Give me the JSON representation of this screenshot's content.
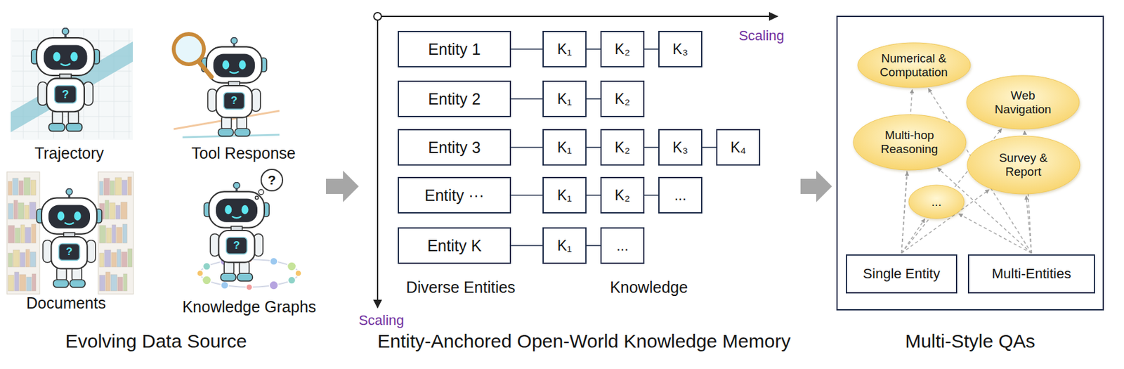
{
  "diagram": {
    "nodes": [
      {
        "text": [
          "Entity 1"
        ]
      },
      {
        "text": [
          "K₁"
        ]
      },
      {
        "text": [
          "K₂"
        ]
      },
      {
        "text": [
          "K₃"
        ]
      },
      {
        "text": [
          "Entity 2"
        ]
      },
      {
        "text": [
          "K₁"
        ]
      },
      {
        "text": [
          "K₂"
        ]
      },
      {
        "text": [
          "Entity 3"
        ]
      },
      {
        "text": [
          "K₁"
        ]
      },
      {
        "text": [
          "K₂"
        ]
      },
      {
        "text": [
          "K₃"
        ]
      },
      {
        "text": [
          "K₄"
        ]
      },
      {
        "text": [
          "Entity ···"
        ]
      },
      {
        "text": [
          "K₁"
        ]
      },
      {
        "text": [
          "K₂"
        ]
      },
      {
        "text": [
          "..."
        ]
      },
      {
        "text": [
          "Entity K"
        ]
      },
      {
        "text": [
          "K₁"
        ]
      },
      {
        "text": [
          "..."
        ]
      },
      {
        "text": [
          "Multi-Style QAs"
        ]
      },
      {
        "text": [
          "Numerical & Computation"
        ],
        "in": 19
      },
      {
        "text": [
          "Web Navigation"
        ],
        "in": 19
      },
      {
        "text": [
          "Multi-hop Reasoning"
        ],
        "in": 19
      },
      {
        "text": [
          "Survey & Report"
        ],
        "in": 19
      },
      {
        "text": [
          "..."
        ],
        "in": 19
      },
      {
        "text": [
          "Single Entity"
        ],
        "in": 19
      },
      {
        "text": [
          "Multi-Entities"
        ],
        "in": 19
      }
    ],
    "edges": [
      {
        "from": 0,
        "to": 1,
        "arrow": "none"
      },
      {
        "from": 1,
        "to": 2,
        "arrow": "none"
      },
      {
        "from": 2,
        "to": 3,
        "arrow": "none"
      },
      {
        "from": 4,
        "to": 5,
        "arrow": "none"
      },
      {
        "from": 5,
        "to": 6,
        "arrow": "none"
      },
      {
        "from": 7,
        "to": 8,
        "arrow": "none"
      },
      {
        "from": 8,
        "to": 9,
        "arrow": "none"
      },
      {
        "from": 9,
        "to": 10,
        "arrow": "none"
      },
      {
        "from": 10,
        "to": 11,
        "arrow": "none"
      },
      {
        "from": 12,
        "to": 13,
        "arrow": "none"
      },
      {
        "from": 13,
        "to": 14,
        "arrow": "none"
      },
      {
        "from": 14,
        "to": 15,
        "arrow": "none"
      },
      {
        "from": 16,
        "to": 17,
        "arrow": "none"
      },
      {
        "from": 17,
        "to": 18,
        "arrow": "none"
      },
      {
        "from": 25,
        "to": 20,
        "arrow": "to"
      },
      {
        "from": 25,
        "to": 21,
        "arrow": "to"
      },
      {
        "from": 25,
        "to": 22,
        "arrow": "to"
      },
      {
        "from": 25,
        "to": 23,
        "arrow": "to"
      },
      {
        "from": 25,
        "to": 24,
        "arrow": "to"
      },
      {
        "from": 26,
        "to": 20,
        "arrow": "to"
      },
      {
        "from": 26,
        "to": 21,
        "arrow": "to"
      },
      {
        "from": 26,
        "to": 22,
        "arrow": "to"
      },
      {
        "from": 26,
        "to": 23,
        "arrow": "to"
      },
      {
        "from": 26,
        "to": 24,
        "arrow": "to"
      }
    ],
    "labels": [
      "Trajectory",
      "Tool Response",
      "Documents",
      "Knowledge Graphs",
      "Evolving Data Source",
      "?",
      "?",
      "?",
      "?",
      "?",
      "Scaling",
      "Scaling",
      "Diverse Entities",
      "Knowledge",
      "Entity-Anchored Open-World Knowledge Memory"
    ]
  }
}
